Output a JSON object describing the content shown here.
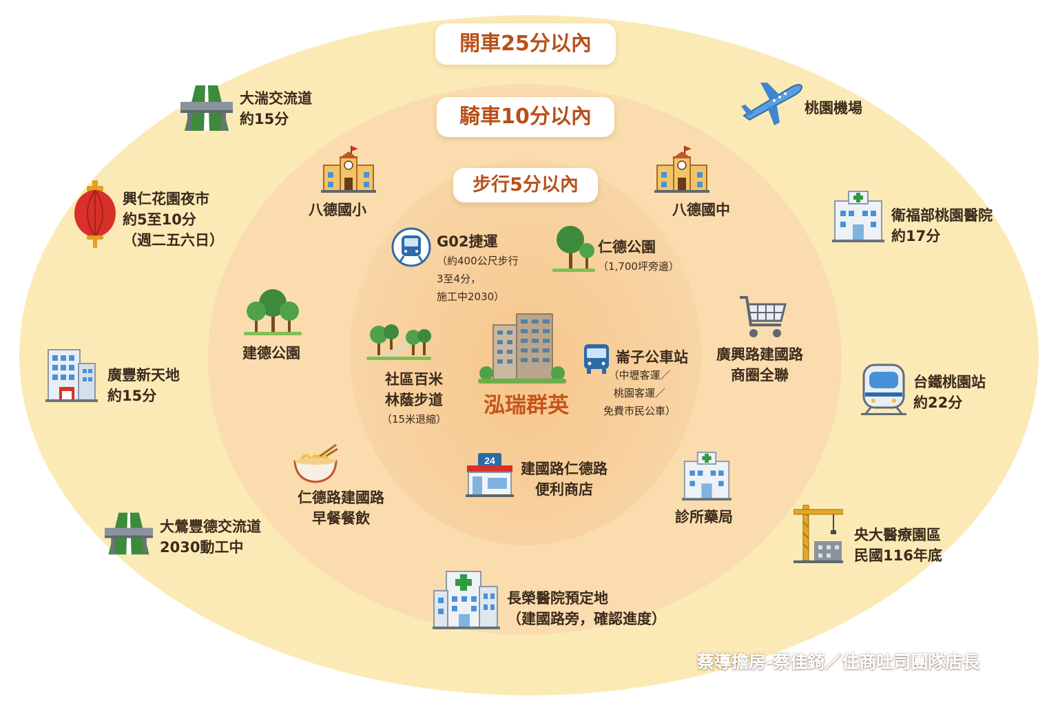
{
  "rings": {
    "drive": "開車25分以內",
    "bike": "騎車10分以內",
    "walk": "步行5分以內"
  },
  "center": {
    "name": "泓瑞群英"
  },
  "walk_items": {
    "mrt": {
      "title": "G02捷運",
      "lines": [
        "（約400公尺步行",
        "3至4分，",
        "施工中2030）"
      ]
    },
    "ren_de_park": {
      "title": "仁德公園",
      "lines": [
        "（1,700坪旁邊）"
      ]
    },
    "trail": {
      "lines": [
        "社區百米",
        "林蔭步道"
      ],
      "note": "（15米退縮）"
    },
    "bus": {
      "title": "崙子公車站",
      "lines": [
        "（中壢客運／",
        "桃園客運／",
        "免費市民公車）"
      ]
    },
    "store": {
      "lines": [
        "建國路仁德路",
        "便利商店"
      ]
    }
  },
  "bike_items": {
    "bade_elem": "八德國小",
    "bade_junior": "八德國中",
    "jiande_park": "建德公園",
    "shopping": [
      "廣興路建國路",
      "商圈全聯"
    ],
    "breakfast": [
      "仁德路建國路",
      "早餐餐飲"
    ],
    "clinic": "診所藥局"
  },
  "drive_items": {
    "dadi": [
      "大湍交流道",
      "約15分"
    ],
    "night_market": [
      "興仁花園夜市",
      "約5至10分",
      "（週二五六日）"
    ],
    "guangfeng": [
      "廣豐新天地",
      "約15分"
    ],
    "daying": [
      "大鶯豐德交流道",
      "2030動工中"
    ],
    "changgung": [
      "長榮醫院預定地",
      "（建國路旁，確認進度）"
    ],
    "airport": "桃園機場",
    "hospital": [
      "衛福部桃園醫院",
      "約17分"
    ],
    "tra": [
      "台鐵桃園站",
      "約22分"
    ],
    "medical_park": [
      "央大醫療園區",
      "民國116年底"
    ]
  },
  "watermark": "蔡導擔房-蔡佳錡／住商吐司團隊店長",
  "colors": {
    "accent": "#c5541a",
    "outer": "#fbeab6",
    "mid": "#fadcae",
    "inner": "#f6c68c"
  },
  "icons": [
    "highway-icon",
    "lantern-icon",
    "office-building-icon",
    "school-icon",
    "trees-icon",
    "noodle-bowl-icon",
    "metro-train-icon",
    "park-trees-icon",
    "trail-icon",
    "bus-icon",
    "convenience-store-icon",
    "apartment-tower-icon",
    "shopping-cart-icon",
    "clinic-icon",
    "hospital-icon",
    "airplane-icon",
    "train-icon",
    "crane-icon"
  ]
}
